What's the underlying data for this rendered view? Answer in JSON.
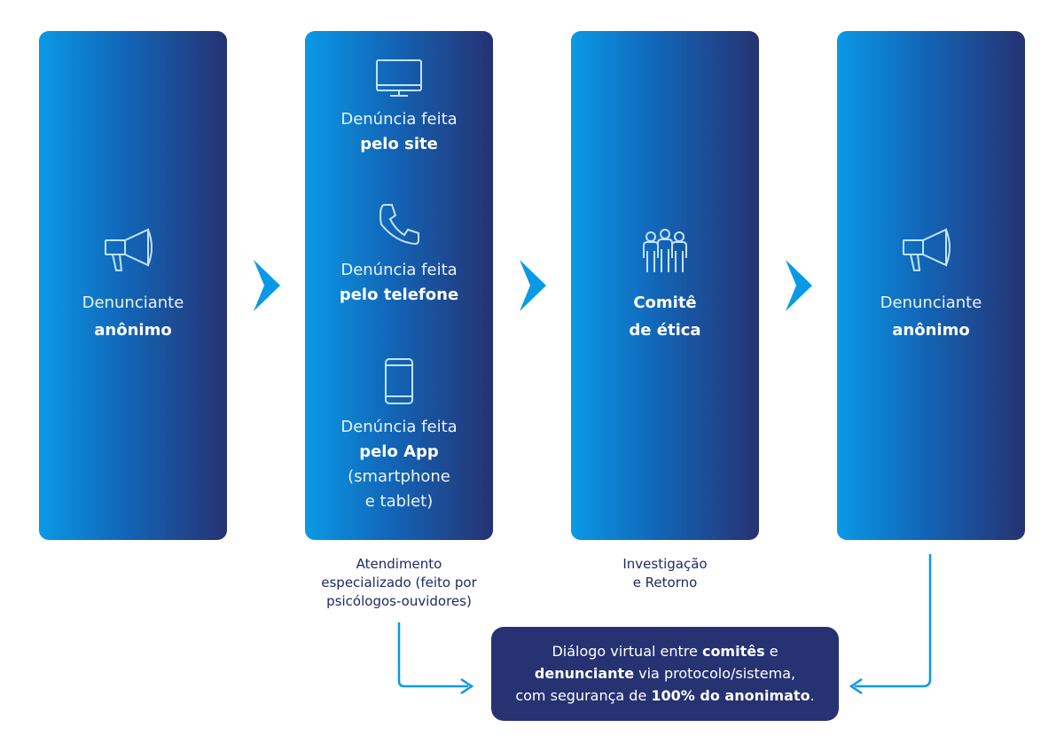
{
  "panels": {
    "reporter_start": {
      "line1": "Denunciante",
      "line2": "anônimo",
      "icon": "megaphone-icon"
    },
    "channels": {
      "site": {
        "line1": "Denúncia feita",
        "line2": "pelo site",
        "icon": "monitor-icon"
      },
      "phone": {
        "line1": "Denúncia feita",
        "line2": "pelo telefone",
        "icon": "phone-icon"
      },
      "app": {
        "line1": "Denúncia feita",
        "line2": "pelo App",
        "line3": "(smartphone",
        "line4": "e tablet)",
        "icon": "smartphone-icon"
      }
    },
    "committee": {
      "line1": "Comitê",
      "line2": "de ética",
      "icon": "people-group-icon"
    },
    "reporter_end": {
      "line1": "Denunciante",
      "line2": "anônimo",
      "icon": "megaphone-icon"
    }
  },
  "captions": {
    "channels": {
      "line1": "Atendimento",
      "line2": "especializado (feito por",
      "line3": "psicólogos-ouvidores)"
    },
    "committee": {
      "line1": "Investigação",
      "line2": "e Retorno"
    }
  },
  "dialog": {
    "part1": "Diálogo virtual entre ",
    "part2": "comitês",
    "part3": " e",
    "part4": "denunciante",
    "part5": " via protocolo/sistema,",
    "part6": "com segurança de ",
    "part7": "100% do anonimato",
    "part8": "."
  },
  "colors": {
    "gradient_start": "#0a99e6",
    "gradient_end": "#263272",
    "arrow": "#0a99e6",
    "dialog_bg": "#263272",
    "caption_text": "#1e2a66"
  }
}
